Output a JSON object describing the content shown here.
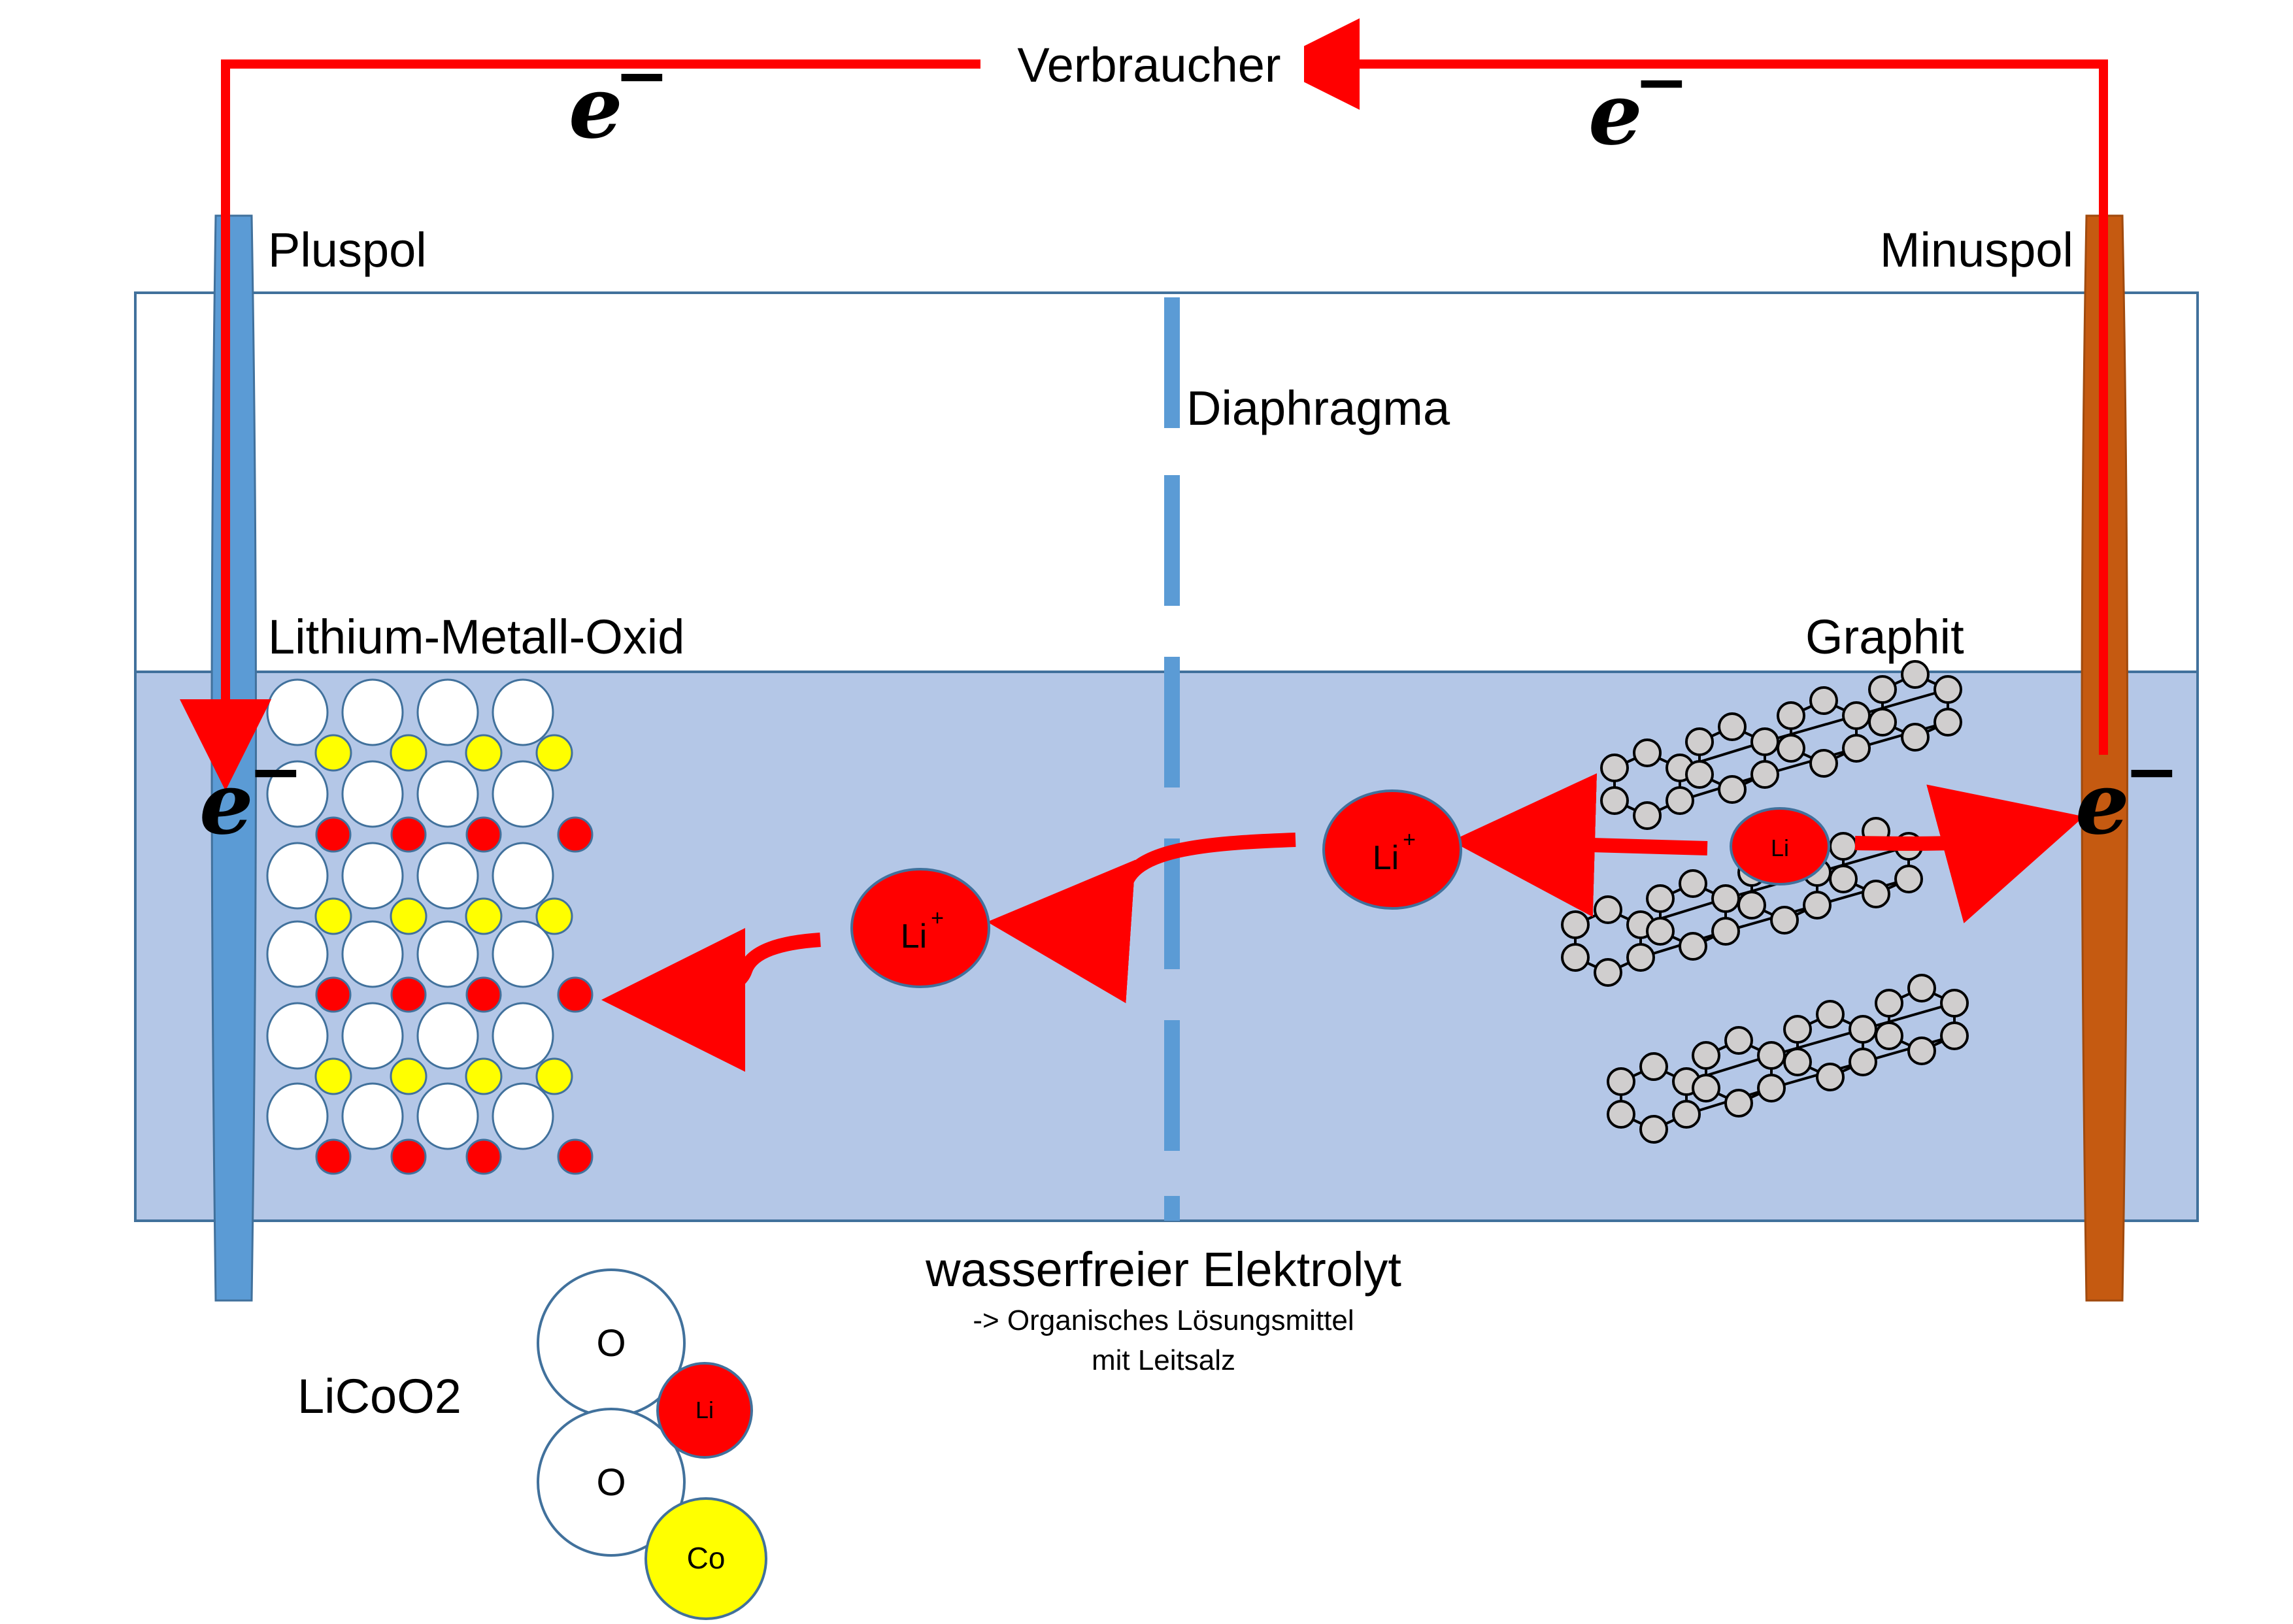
{
  "labels": {
    "consumer": "Verbraucher",
    "plus_pole": "Pluspol",
    "minus_pole": "Minuspol",
    "diaphragm": "Diaphragma",
    "cathode_material": "Lithium-Metall-Oxid",
    "anode_material": "Graphit",
    "electrolyte": "wasserfreier Elektrolyt",
    "electrolyte_note_1": "-> Organisches Lösungsmittel",
    "electrolyte_note_2": "mit Leitsalz",
    "formula": "LiCoO2"
  },
  "electron": {
    "symbol": "e",
    "charge": "−"
  },
  "ions": {
    "li_ion": "Li",
    "li_charge": "+",
    "li_atom": "Li"
  },
  "legend_atoms": {
    "oxygen": "O",
    "lithium": "Li",
    "cobalt": "Co"
  },
  "colors": {
    "wire": "#ff0000",
    "cathode": "#5b9bd5",
    "anode": "#c55a11",
    "electrolyte": "#b4c7e7",
    "frame": "#41719c",
    "lithium": "#ff0000",
    "cobalt": "#ffff00",
    "oxygen": "#ffffff",
    "carbon": "#d0cece"
  }
}
